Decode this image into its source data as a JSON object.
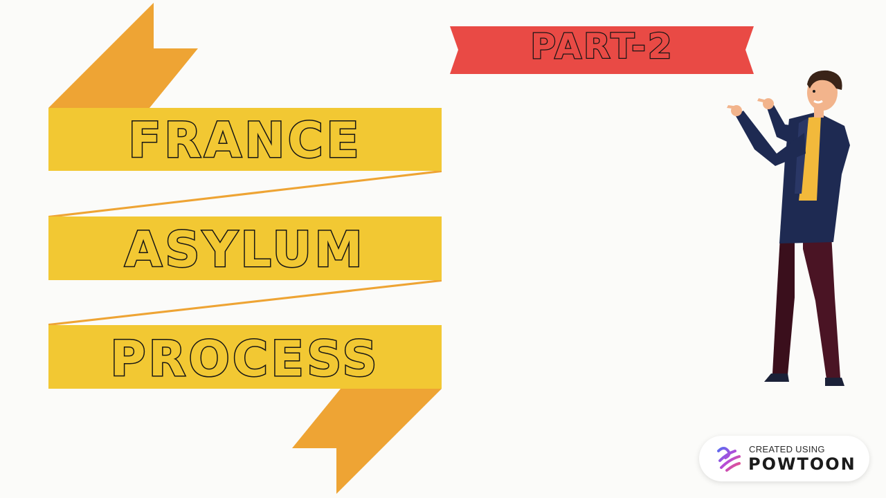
{
  "title": {
    "line1": "FRANCE",
    "line2": "ASYLUM",
    "line3": "PROCESS"
  },
  "banner": {
    "label": "PART-2"
  },
  "badge": {
    "line1": "CREATED USING",
    "line2": "POWTOON"
  },
  "colors": {
    "background": "#fbfbf9",
    "ribbon_yellow": "#f2c833",
    "ribbon_orange": "#eea434",
    "banner_red": "#e94a45",
    "outline": "#151515"
  },
  "icons": {
    "character": "pointing-man-illustration",
    "logo": "powtoon-logo-icon"
  }
}
